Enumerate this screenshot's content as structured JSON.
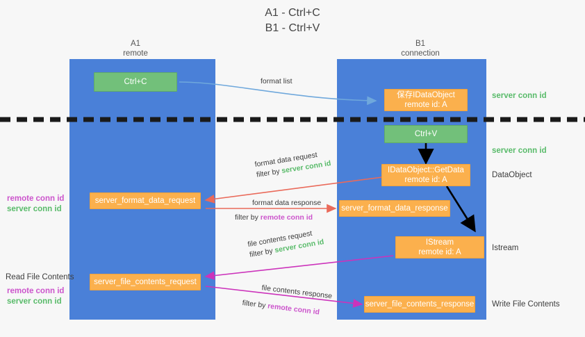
{
  "title": {
    "line1": "A1 - Ctrl+C",
    "line2": "B1 - Ctrl+V"
  },
  "columns": {
    "left": {
      "name": "A1",
      "role": "remote"
    },
    "right": {
      "name": "B1",
      "role": "connection"
    }
  },
  "colors": {
    "lane": "#4a80d8",
    "green_box": "#72c07a",
    "orange_box": "#fbb04d",
    "server_conn_id": "#59bb6a",
    "remote_conn_id": "#cc55cc",
    "red_arrow": "#ea6a5a",
    "magenta_arrow": "#cc33bb",
    "blue_arrow": "#6fa8dc",
    "black_arrow": "#000000",
    "divider": "#1a1a1a",
    "background": "#f7f7f7"
  },
  "boxes": {
    "ctrl_c": {
      "label": "Ctrl+C",
      "kind": "green"
    },
    "save_idataobject": {
      "line1": "保存IDataObject",
      "line2": "remote id: A",
      "kind": "orange"
    },
    "ctrl_v": {
      "label": "Ctrl+V",
      "kind": "green"
    },
    "idataobject_getdata": {
      "line1": "IDataObject::GetData",
      "line2": "remote id: A",
      "kind": "orange"
    },
    "server_format_data_request": {
      "label": "server_format_data_request",
      "kind": "orange"
    },
    "server_format_data_response": {
      "label": "server_format_data_response",
      "kind": "orange"
    },
    "istream": {
      "line1": "IStream",
      "line2": "remote id: A",
      "kind": "orange"
    },
    "server_file_contents_request": {
      "label": "server_file_contents_request",
      "kind": "orange"
    },
    "server_file_contents_response": {
      "label": "server_file_contents_response",
      "kind": "orange"
    }
  },
  "annotations": {
    "right_server_conn_id_1": "server conn id",
    "right_server_conn_id_2": "server conn id",
    "right_dataobject": "DataObject",
    "right_istream": "Istream",
    "right_write_file_contents": "Write File Contents",
    "left_read_file_contents": "Read File Contents",
    "left_remote_conn_id_1": "remote conn id",
    "left_server_conn_id_1": "server conn id",
    "left_remote_conn_id_2": "remote conn id",
    "left_server_conn_id_2": "server conn id"
  },
  "edges": {
    "format_list": {
      "label": "format list"
    },
    "format_data_request": {
      "label": "format data request",
      "filter_prefix": "filter by ",
      "filter_value": "server conn id",
      "filter_color": "green"
    },
    "format_data_response": {
      "label": "format data response",
      "filter_prefix": "filter by ",
      "filter_value": "remote conn id",
      "filter_color": "magenta"
    },
    "file_contents_request": {
      "label": "file contents request",
      "filter_prefix": "filter by ",
      "filter_value": "server conn id",
      "filter_color": "green"
    },
    "file_contents_response": {
      "label": "file contents response",
      "filter_prefix": "filter by ",
      "filter_value": "remote conn id",
      "filter_color": "magenta"
    }
  }
}
